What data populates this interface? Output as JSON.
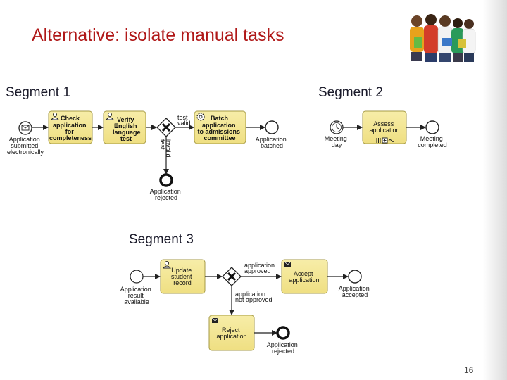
{
  "slide": {
    "title": "Alternative: isolate manual tasks",
    "page_number": "16",
    "photo_icon": "students-group-photo"
  },
  "segments": {
    "one": "Segment 1",
    "two": "Segment 2",
    "three": "Segment 3"
  },
  "seg1": {
    "start_event": [
      "Application",
      "submitted",
      "electronically"
    ],
    "task_check": [
      "Check",
      "application",
      "for",
      "completeness"
    ],
    "task_verify": [
      "Verify",
      "English",
      "language",
      "test"
    ],
    "gateway_valid": [
      "test",
      "valid"
    ],
    "gateway_invalid": [
      "test",
      "invalid"
    ],
    "task_batch": [
      "Batch",
      "application",
      "to admissions",
      "committee"
    ],
    "end_batched": [
      "Application",
      "batched"
    ],
    "end_rejected": [
      "Application",
      "rejected"
    ]
  },
  "seg2": {
    "start_event": [
      "Meeting",
      "day"
    ],
    "task_assess": [
      "Assess",
      "application"
    ],
    "end_event": [
      "Meeting",
      "completed"
    ]
  },
  "seg3": {
    "start_event": [
      "Application",
      "result",
      "available"
    ],
    "task_update": [
      "Update",
      "student",
      "record"
    ],
    "gateway_approved": [
      "application",
      "approved"
    ],
    "gateway_not_approved": [
      "application",
      "not approved"
    ],
    "task_accept": [
      "Accept",
      "application"
    ],
    "end_accepted": [
      "Application",
      "accepted"
    ],
    "task_reject": [
      "Reject",
      "application"
    ],
    "end_rejected": [
      "Application",
      "rejected"
    ]
  },
  "colors": {
    "title": "#b01818",
    "task_fill": "#f3e69a",
    "task_stroke": "#a59a45",
    "flow": "#222222"
  }
}
